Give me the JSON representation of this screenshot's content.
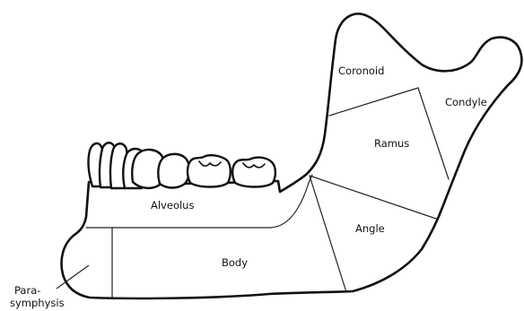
{
  "labels": {
    "coronoid": "Coronoid",
    "condyle": "Condyle",
    "ramus": "Ramus",
    "alveolus": "Alveolus",
    "angle": "Angle",
    "body": "Body",
    "parasymphysis_line1": "Para-",
    "parasymphysis_line2": "symphysis"
  }
}
